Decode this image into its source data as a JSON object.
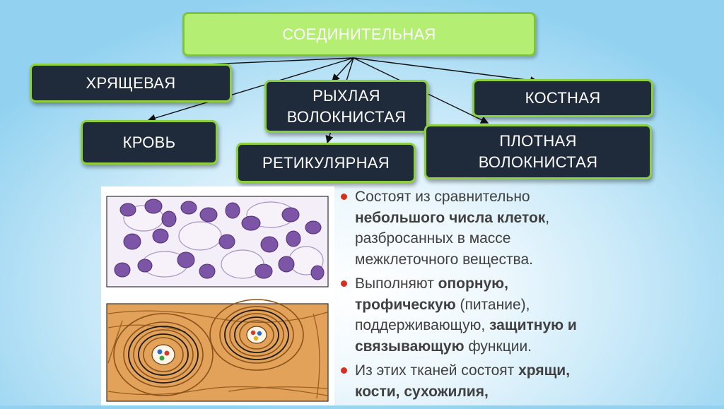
{
  "root": {
    "label": "СОЕДИНИТЕЛЬНАЯ"
  },
  "nodes": {
    "cartilage": "ХРЯЩЕВАЯ",
    "loose": "РЫХЛАЯ\nВОЛОКНИСТАЯ",
    "bone": "КОСТНАЯ",
    "blood": "КРОВЬ",
    "reticular": "РЕТИКУЛЯРНАЯ",
    "dense": "ПЛОТНАЯ\nВОЛОКНИСТАЯ"
  },
  "bullets": [
    {
      "segments": [
        {
          "text": "Состоят из сравнительно ",
          "bold": false
        },
        {
          "text": "небольшого числа клеток",
          "bold": true
        },
        {
          "text": ", разбросанных в массе межклеточного вещества.",
          "bold": false
        }
      ]
    },
    {
      "segments": [
        {
          "text": "Выполняют ",
          "bold": false
        },
        {
          "text": "опорную, трофическую",
          "bold": true
        },
        {
          "text": " (питание), поддерживающую, ",
          "bold": false
        },
        {
          "text": "защитную и связывающую",
          "bold": true
        },
        {
          "text": " функции.",
          "bold": false
        }
      ]
    },
    {
      "segments": [
        {
          "text": "Из этих тканей состоят ",
          "bold": false
        },
        {
          "text": "хрящи, кости, сухожилия,",
          "bold": true
        }
      ]
    }
  ],
  "colors": {
    "node_fill": "#1f2a3b",
    "node_border": "#8ccf3f",
    "root_fill": "#b4ee73",
    "bullet": "#d4301f",
    "blood_cell": "#7d55a6",
    "bone_fill": "#e3a25a"
  }
}
